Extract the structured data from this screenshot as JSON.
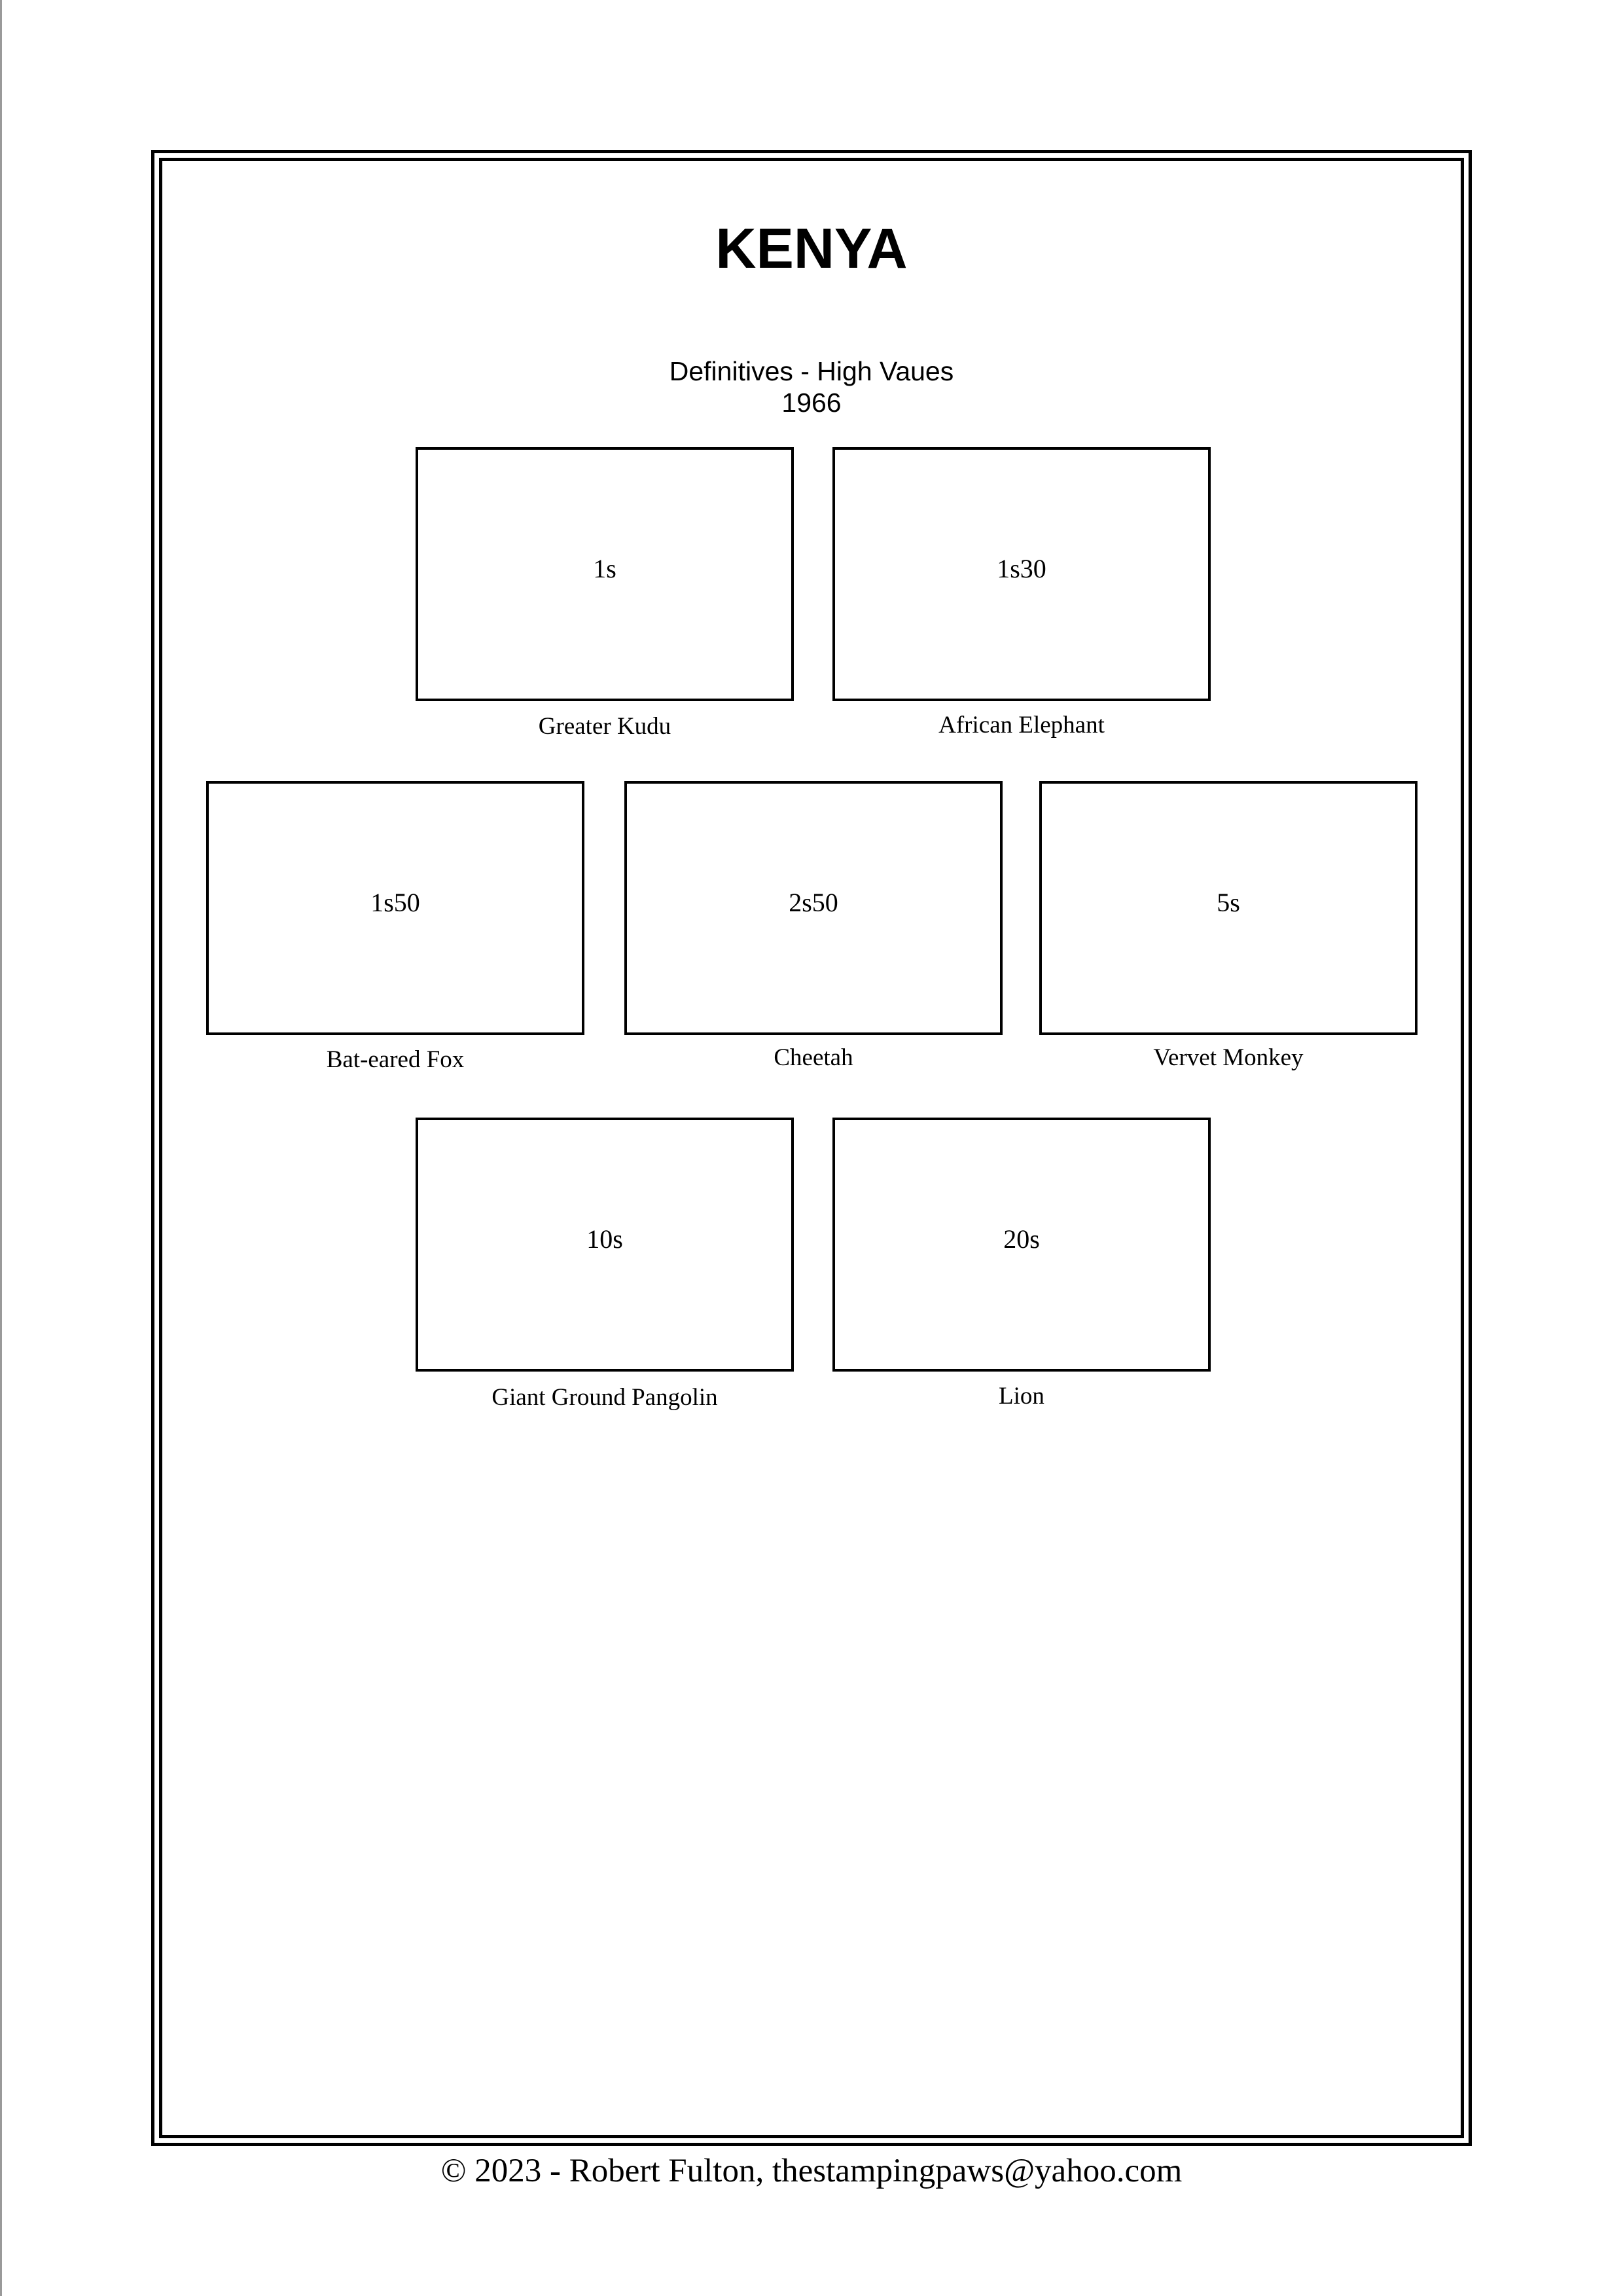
{
  "page": {
    "country": "KENYA",
    "subtitle": "Definitives - High Vaues",
    "year": "1966",
    "footer": "© 2023 -  Robert Fulton, thestampingpaws@yahoo.com"
  },
  "stamps": [
    {
      "value": "1s",
      "caption": "Greater Kudu"
    },
    {
      "value": "1s30",
      "caption": "African Elephant"
    },
    {
      "value": "1s50",
      "caption": "Bat-eared Fox"
    },
    {
      "value": "2s50",
      "caption": "Cheetah"
    },
    {
      "value": "5s",
      "caption": "Vervet Monkey"
    },
    {
      "value": "10s",
      "caption": "Giant Ground Pangolin"
    },
    {
      "value": "20s",
      "caption": "Lion"
    }
  ]
}
